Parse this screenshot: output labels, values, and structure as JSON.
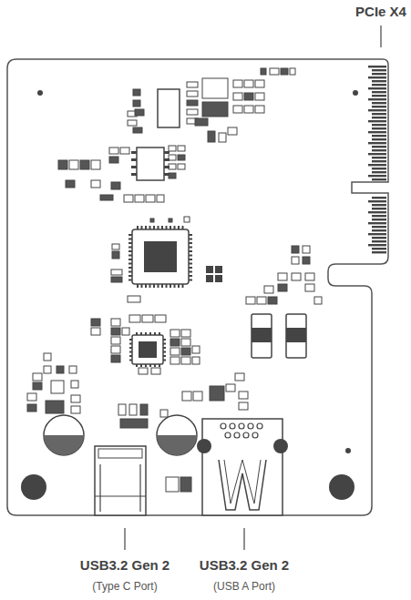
{
  "diagram": {
    "labels": [
      "PCIe X4",
      "USB3.2 Gen 2",
      "(Type C Port)",
      "USB3.2 Gen 2",
      "(USB A Port)"
    ]
  }
}
